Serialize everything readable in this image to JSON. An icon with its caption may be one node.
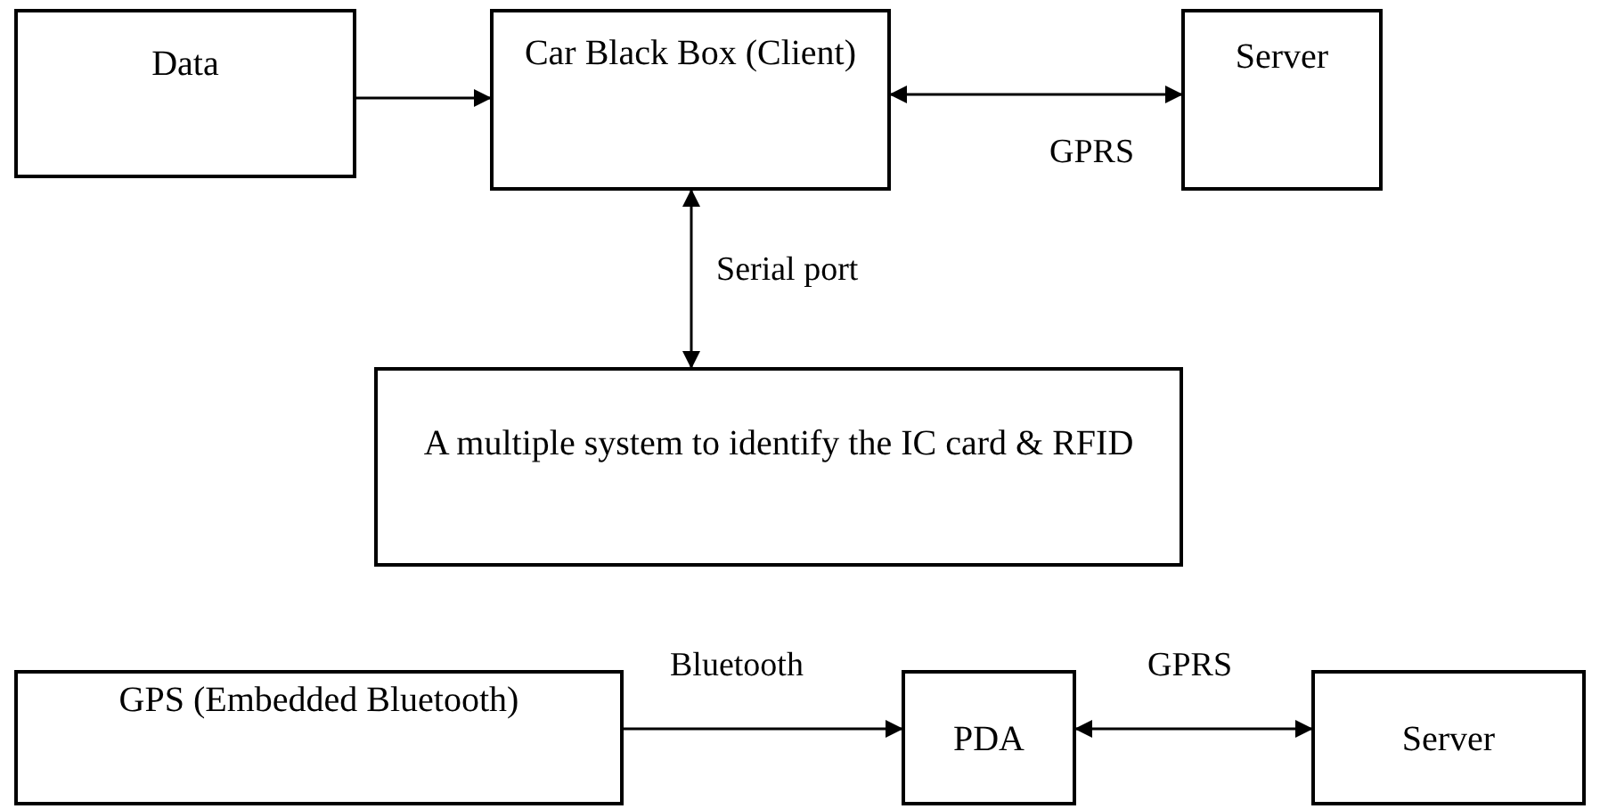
{
  "diagram": {
    "nodes": [
      {
        "text": [
          "Data"
        ]
      },
      {
        "text": [
          "Car Black Box (Client)"
        ]
      },
      {
        "text": [
          "Server"
        ]
      },
      {
        "text": [
          "A multiple system to identify the IC card & RFID"
        ]
      },
      {
        "text": [
          "GPS (Embedded Bluetooth)"
        ]
      },
      {
        "text": [
          "PDA"
        ]
      },
      {
        "text": [
          "Server"
        ]
      }
    ],
    "edges": [
      {
        "from": 0,
        "to": 1,
        "arrow": "to"
      },
      {
        "from": 1,
        "to": 2,
        "arrow": "both",
        "label": "GPRS"
      },
      {
        "from": 1,
        "to": 3,
        "arrow": "both",
        "label": "Serial port"
      },
      {
        "from": 4,
        "to": 5,
        "arrow": "to",
        "label": "Bluetooth"
      },
      {
        "from": 5,
        "to": 6,
        "arrow": "both",
        "label": "GPRS"
      }
    ]
  }
}
